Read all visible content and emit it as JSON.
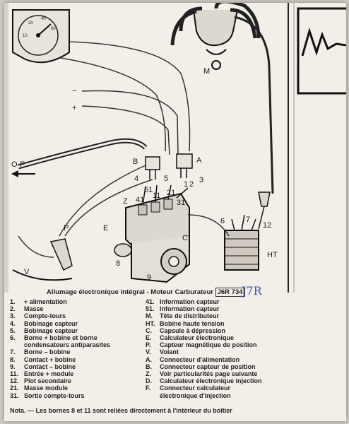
{
  "diagram": {
    "labels": {
      "M": "M",
      "minus": "−",
      "plus": "+",
      "of": "O-F",
      "B": "B",
      "A": "A",
      "b4": "4",
      "b5": "5",
      "b51": "51",
      "b1": "1",
      "b2": "2",
      "b3": "3",
      "Z": "Z",
      "b41": "41",
      "b11": "11",
      "b21": "21",
      "b31": "31",
      "E": "E",
      "C": "C",
      "P": "P",
      "V": "V",
      "b8": "8",
      "b9": "9",
      "b6": "6",
      "b7": "7",
      "b12": "12",
      "HT": "HT"
    }
  },
  "caption": {
    "text": "Allumage électronique intégral - Moteur Carburateur",
    "code": "J6R 734",
    "handwritten": "J7R"
  },
  "legend_left": [
    {
      "key": "1.",
      "text": "+ alimentation"
    },
    {
      "key": "2.",
      "text": "Masse"
    },
    {
      "key": "3.",
      "text": "Compte-tours"
    },
    {
      "key": "4.",
      "text": "Bobinage capteur"
    },
    {
      "key": "5.",
      "text": "Bobinage capteur"
    },
    {
      "key": "6.",
      "text": "Borne + bobine et borne"
    },
    {
      "key": "",
      "text": "condensateurs antiparasites"
    },
    {
      "key": "7.",
      "text": "Borne – bobine"
    },
    {
      "key": "8.",
      "text": "Contact + bobine"
    },
    {
      "key": "9.",
      "text": "Contact – bobine"
    },
    {
      "key": "11.",
      "text": "Entrée + module"
    },
    {
      "key": "12.",
      "text": "Plot secondaire"
    },
    {
      "key": "21.",
      "text": "Masse module"
    },
    {
      "key": "31.",
      "text": "Sortie compte-tours"
    }
  ],
  "legend_right": [
    {
      "key": "41.",
      "text": "Information capteur"
    },
    {
      "key": "51.",
      "text": "Information capteur"
    },
    {
      "key": "M.",
      "text": "Tête de distributeur"
    },
    {
      "key": "HT.",
      "text": "Bobine haute tension"
    },
    {
      "key": "C.",
      "text": "Capsule à dépression"
    },
    {
      "key": "E.",
      "text": "Calculateur électronique"
    },
    {
      "key": "P.",
      "text": "Capteur magnétique de position"
    },
    {
      "key": "V.",
      "text": "Volant"
    },
    {
      "key": "A.",
      "text": "Connecteur d'alimentation"
    },
    {
      "key": "B.",
      "text": "Connecteur capteur de position"
    },
    {
      "key": "Z.",
      "text": "Voir particularités page suivante"
    },
    {
      "key": "D.",
      "text": "Calculateur électronique injection"
    },
    {
      "key": "F.",
      "text": "Connecteur calculateur"
    },
    {
      "key": "",
      "text": "électronique d'injection"
    }
  ],
  "note": "Nota. — Les bornes 8 et 11 sont reliées directement à l'intérieur du boîtier"
}
